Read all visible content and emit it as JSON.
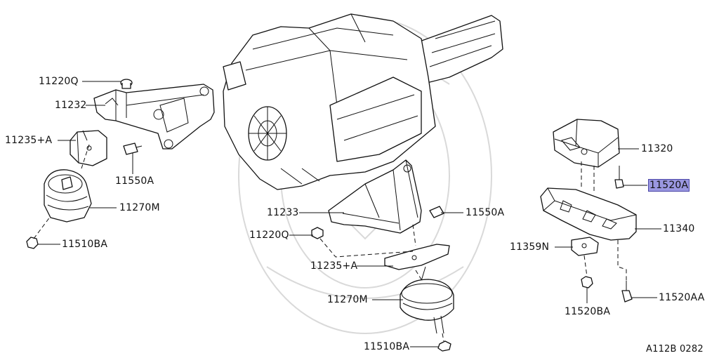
{
  "diagram_id": "A112B 0282",
  "colors": {
    "highlight": "#9a97e0",
    "line": "#111111",
    "watermark": "#d9d9d9"
  },
  "parts": [
    {
      "key": "p11220Q_l",
      "code": "11220Q"
    },
    {
      "key": "p11232",
      "code": "11232"
    },
    {
      "key": "p11235A_l",
      "code": "11235+A"
    },
    {
      "key": "p11550A_l",
      "code": "11550A"
    },
    {
      "key": "p11270M_l",
      "code": "11270M"
    },
    {
      "key": "p11510BA_l",
      "code": "11510BA"
    },
    {
      "key": "p11233",
      "code": "11233"
    },
    {
      "key": "p11550A_c",
      "code": "11550A"
    },
    {
      "key": "p11220Q_c",
      "code": "11220Q"
    },
    {
      "key": "p11235A_c",
      "code": "11235+A"
    },
    {
      "key": "p11270M_c",
      "code": "11270M"
    },
    {
      "key": "p11510BA_c",
      "code": "11510BA"
    },
    {
      "key": "p11320",
      "code": "11320"
    },
    {
      "key": "p11520A",
      "code": "11520A",
      "highlighted": true
    },
    {
      "key": "p11340",
      "code": "11340"
    },
    {
      "key": "p11359N",
      "code": "11359N"
    },
    {
      "key": "p11520BA",
      "code": "11520BA"
    },
    {
      "key": "p11520AA",
      "code": "11520AA"
    }
  ]
}
